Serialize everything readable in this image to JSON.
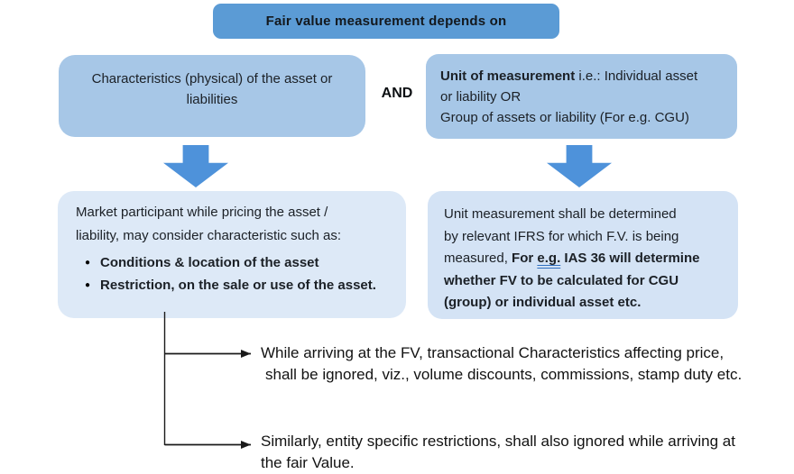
{
  "colors": {
    "accent-blue": "#5b9bd5",
    "light-blue": "#a7c7e7",
    "pale-blue-left": "#dde9f7",
    "pale-blue-right": "#d4e3f5",
    "arrow-blue": "#4e92da",
    "underline-blue": "#2f6fc0",
    "connector-black": "#1a1a1a"
  },
  "icons": {
    "bullet": "●",
    "down_arrow": "block-arrow-down",
    "connector_arrow": "black-right-arrow"
  },
  "diagram": {
    "title": "Fair value measurement depends on",
    "and_label": "AND",
    "left_top": {
      "text": "Characteristics (physical) of the asset or liabilities"
    },
    "right_top": {
      "line1_bold": "Unit of measurement",
      "line1_rest": " i.e.: Individual asset",
      "line2": "or liability OR",
      "line3": "Group of assets or liability (For e.g. CGU)"
    },
    "left_bottom": {
      "intro_line1": "Market participant while pricing the asset /",
      "intro_line2": "liability, may consider characteristic such as:",
      "bullets": [
        "Conditions & location of the asset",
        "Restriction, on the sale or use of the asset."
      ]
    },
    "right_bottom": {
      "line1": "Unit measurement shall be determined",
      "line2": "by relevant IFRS for which F.V. is being",
      "line3_regular": "measured, ",
      "line3_bold_pre": "For ",
      "line3_underlined": "e.g.",
      "line3_bold_post": " IAS 36 will determine",
      "line4": "whether FV to be calculated for CGU",
      "line5": "(group) or individual asset etc."
    },
    "notes": [
      {
        "lines": [
          "While arriving at the FV, transactional Characteristics affecting price,",
          "shall be ignored, viz., volume discounts, commissions, stamp duty etc."
        ]
      },
      {
        "lines": [
          "Similarly, entity specific restrictions, shall also ignored while arriving at",
          "the fair Value."
        ]
      }
    ]
  }
}
